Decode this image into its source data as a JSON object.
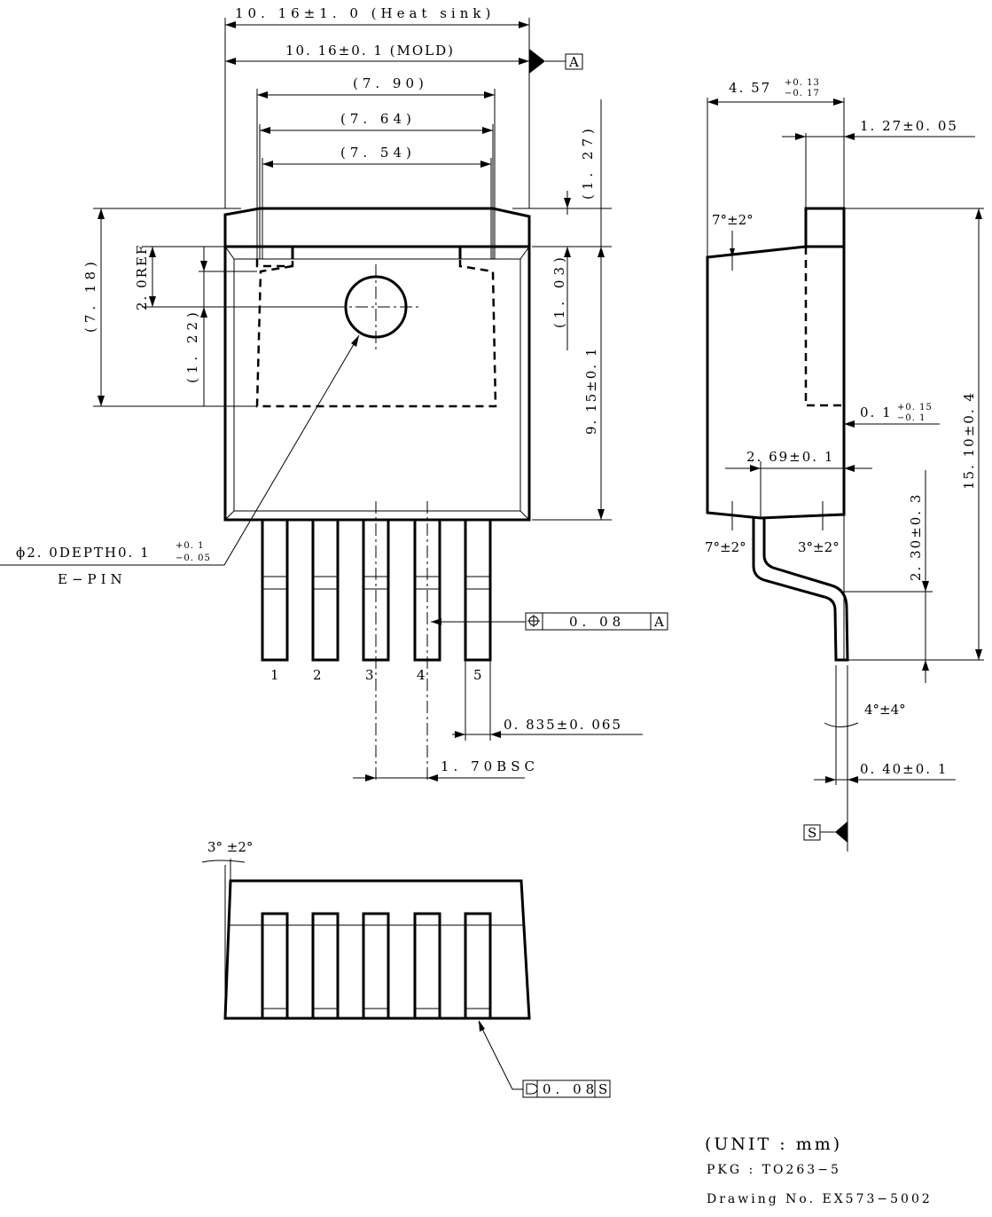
{
  "drawing": {
    "front": {
      "heat_sink_width": "10. 16±1. 0 (Heat  sink)",
      "mold_width": "10. 16±0. 1 (MOLD)",
      "datum_a": "A",
      "w790": "(7. 90)",
      "w764": "(7. 64)",
      "w754": "(7. 54)",
      "h127": "(1. 27)",
      "h103": "(1. 03)",
      "h915": "9. 15±0. 1",
      "h718": "(7. 18)",
      "h20ref": "2. 0REF",
      "h122": "(1. 22)",
      "ejector_pin": "ϕ2. 0DEPTH0. 1",
      "ejector_tol_plus": "+0. 1",
      "ejector_tol_minus": "−0. 05",
      "ejector_label": "E−PIN",
      "position_tol_symbol": "⌖",
      "position_tol_value": "0. 08",
      "position_tol_datum": "A",
      "lead_width": "0. 835±0. 065",
      "pitch": "1. 70BSC",
      "pins": [
        "1",
        "2",
        "3",
        "4",
        "5"
      ]
    },
    "side": {
      "thickness": "4. 57",
      "thickness_tol_plus": "+0. 13",
      "thickness_tol_minus": "−0. 17",
      "tab_thickness": "1. 27±0. 05",
      "angle_top": "7°±2°",
      "standoff": "0. 1",
      "standoff_tol_plus": "+0. 15",
      "standoff_tol_minus": "−0. 1",
      "body_to_lead": "2. 69±0. 1",
      "angle_bottom_left": "7°±2°",
      "angle_bottom_right": "3°±2°",
      "lead_length": "2. 30±0. 3",
      "total_height": "15. 10±0. 4",
      "lead_angle": "4°±4°",
      "lead_thickness": "0. 40±0. 1",
      "datum_s": "S"
    },
    "bottom": {
      "draft_angle": "3° ±2°",
      "flatness_symbol": "⏥",
      "flatness_value": "0. 08",
      "flatness_datum": "S"
    },
    "footer": {
      "unit": "(UNIT : mm)",
      "package": "PKG : TO263−5",
      "drawing_no": "Drawing  No. EX573−5002"
    }
  }
}
